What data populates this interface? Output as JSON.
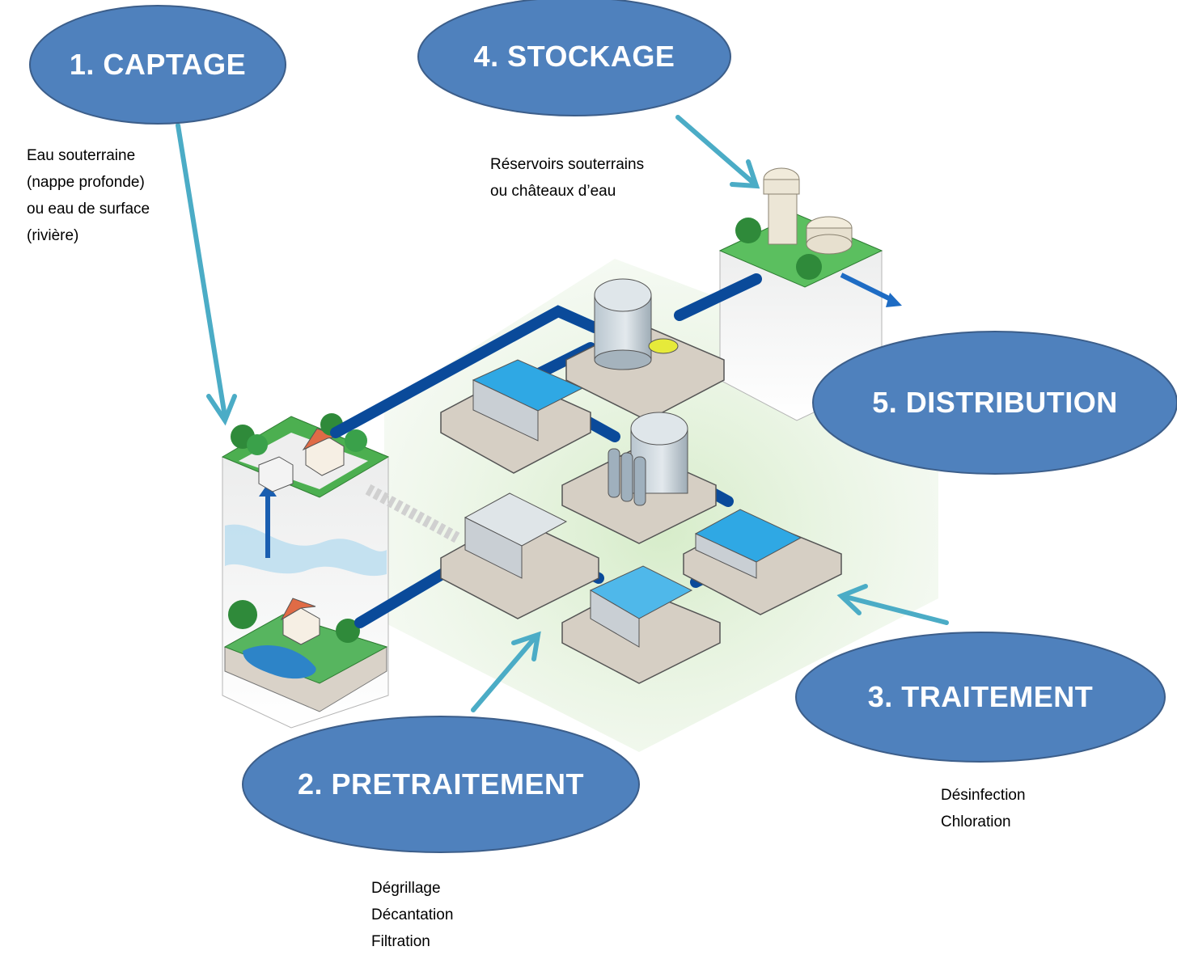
{
  "colors": {
    "ellipse_fill": "#4f81bd",
    "ellipse_stroke": "#3c5e8a",
    "arrow": "#4bacc6",
    "pipe": "#0a4a9a",
    "water": "#2fa8e4",
    "grass": "#3fa34d",
    "platform": "#d6cfc4"
  },
  "stages": {
    "captage": {
      "label": "1. CAPTAGE",
      "notes": [
        "Eau souterraine",
        "(nappe profonde)",
        "ou eau de surface",
        "(rivière)"
      ]
    },
    "pretraitement": {
      "label": "2. PRETRAITEMENT",
      "notes": [
        "Dégrillage",
        "Décantation",
        "Filtration"
      ]
    },
    "traitement": {
      "label": "3. TRAITEMENT",
      "notes": [
        "Désinfection",
        "Chloration"
      ]
    },
    "stockage": {
      "label": "4. STOCKAGE",
      "notes": [
        "Réservoirs souterrains",
        "ou châteaux d’eau"
      ]
    },
    "distribution": {
      "label": "5. DISTRIBUTION"
    }
  },
  "icons": {
    "arrow": "arrow-icon",
    "water_tower": "water-tower-icon",
    "reservoir": "reservoir-tank-icon",
    "house": "house-icon",
    "tree": "tree-icon"
  }
}
